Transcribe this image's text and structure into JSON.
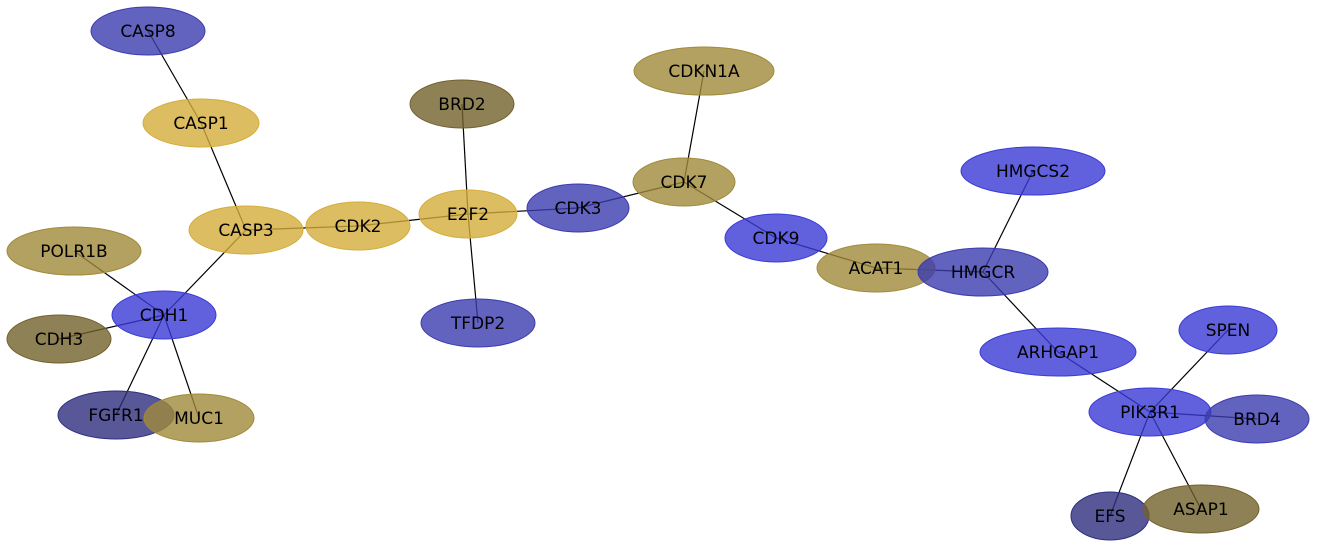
{
  "colors": {
    "blue": "#3b3baf",
    "bright_blue": "#3a3ad6",
    "dark_navy": "#2e2e80",
    "gold": "#d4ad3a",
    "khaki": "#a08a3a",
    "olive": "#73612c"
  },
  "nodes": [
    {
      "id": "CASP8",
      "label": "CASP8",
      "color": "blue"
    },
    {
      "id": "CASP1",
      "label": "CASP1",
      "color": "gold"
    },
    {
      "id": "BRD2",
      "label": "BRD2",
      "color": "olive"
    },
    {
      "id": "CDKN1A",
      "label": "CDKN1A",
      "color": "khaki"
    },
    {
      "id": "CDK7",
      "label": "CDK7",
      "color": "khaki"
    },
    {
      "id": "HMGCS2",
      "label": "HMGCS2",
      "color": "bright_blue"
    },
    {
      "id": "CASP3",
      "label": "CASP3",
      "color": "gold"
    },
    {
      "id": "CDK2",
      "label": "CDK2",
      "color": "gold"
    },
    {
      "id": "E2F2",
      "label": "E2F2",
      "color": "gold"
    },
    {
      "id": "CDK3",
      "label": "CDK3",
      "color": "blue"
    },
    {
      "id": "CDK9",
      "label": "CDK9",
      "color": "bright_blue"
    },
    {
      "id": "POLR1B",
      "label": "POLR1B",
      "color": "khaki"
    },
    {
      "id": "ACAT1",
      "label": "ACAT1",
      "color": "khaki"
    },
    {
      "id": "HMGCR",
      "label": "HMGCR",
      "color": "blue"
    },
    {
      "id": "CDH1",
      "label": "CDH1",
      "color": "bright_blue"
    },
    {
      "id": "TFDP2",
      "label": "TFDP2",
      "color": "blue"
    },
    {
      "id": "SPEN",
      "label": "SPEN",
      "color": "bright_blue"
    },
    {
      "id": "CDH3",
      "label": "CDH3",
      "color": "olive"
    },
    {
      "id": "ARHGAP1",
      "label": "ARHGAP1",
      "color": "bright_blue"
    },
    {
      "id": "PIK3R1",
      "label": "PIK3R1",
      "color": "bright_blue"
    },
    {
      "id": "FGFR1",
      "label": "FGFR1",
      "color": "dark_navy"
    },
    {
      "id": "MUC1",
      "label": "MUC1",
      "color": "khaki"
    },
    {
      "id": "BRD4",
      "label": "BRD4",
      "color": "blue"
    },
    {
      "id": "EFS",
      "label": "EFS",
      "color": "dark_navy"
    },
    {
      "id": "ASAP1",
      "label": "ASAP1",
      "color": "olive"
    }
  ],
  "edges": [
    [
      "CASP8",
      "CASP1"
    ],
    [
      "CASP1",
      "CASP3"
    ],
    [
      "CASP3",
      "CDK2"
    ],
    [
      "CASP3",
      "CDH1"
    ],
    [
      "CDK2",
      "E2F2"
    ],
    [
      "BRD2",
      "E2F2"
    ],
    [
      "E2F2",
      "TFDP2"
    ],
    [
      "E2F2",
      "CDK3"
    ],
    [
      "CDK3",
      "CDK7"
    ],
    [
      "CDKN1A",
      "CDK7"
    ],
    [
      "CDK7",
      "CDK9"
    ],
    [
      "CDK9",
      "ACAT1"
    ],
    [
      "ACAT1",
      "HMGCR"
    ],
    [
      "HMGCS2",
      "HMGCR"
    ],
    [
      "HMGCR",
      "ARHGAP1"
    ],
    [
      "ARHGAP1",
      "PIK3R1"
    ],
    [
      "SPEN",
      "PIK3R1"
    ],
    [
      "PIK3R1",
      "BRD4"
    ],
    [
      "PIK3R1",
      "EFS"
    ],
    [
      "PIK3R1",
      "ASAP1"
    ],
    [
      "POLR1B",
      "CDH1"
    ],
    [
      "CDH3",
      "CDH1"
    ],
    [
      "CDH1",
      "FGFR1"
    ],
    [
      "CDH1",
      "MUC1"
    ]
  ]
}
